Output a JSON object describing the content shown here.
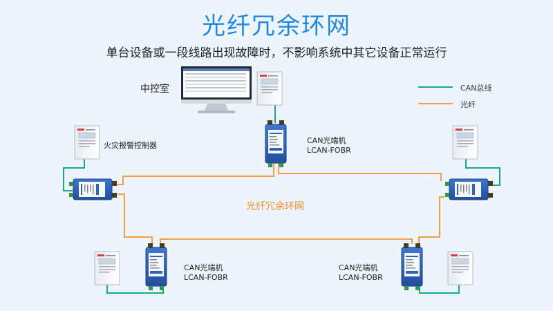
{
  "title": "光纤冗余环网",
  "subtitle": "单台设备或一段线路出现故障时，不影响系统中其它设备正常运行",
  "control_room_label": "中控室",
  "fire_panel_label": "火灾报警控制器",
  "ring_label": "光纤冗余环网",
  "legend": {
    "can": "CAN总线",
    "fiber": "光纤"
  },
  "converter_label": {
    "name": "CAN光端机",
    "model": "LCAN-FOBR"
  },
  "colors": {
    "can": "#1aa58f",
    "fiber": "#f5a040",
    "device_blue": "#2d63b8",
    "title": "#1e88e5"
  }
}
